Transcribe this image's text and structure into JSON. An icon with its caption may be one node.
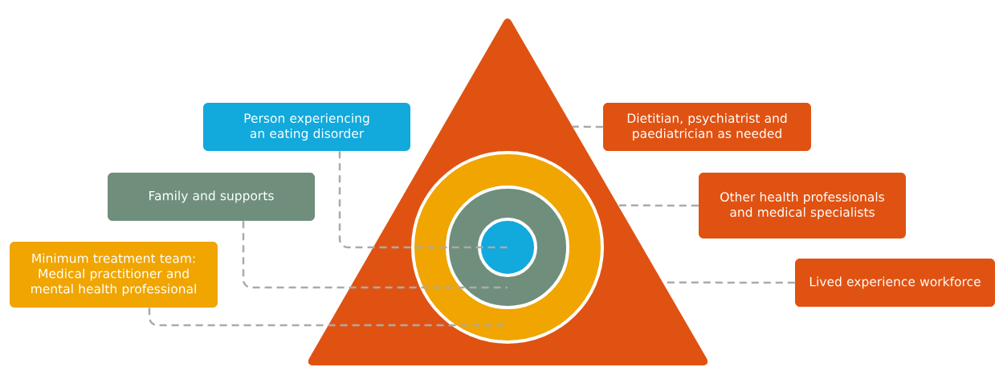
{
  "diagram": {
    "nodes": [
      {
        "text": [],
        "shape": "triangle"
      },
      {
        "text": [],
        "shape": "circle",
        "in": 0
      },
      {
        "text": [],
        "shape": "circle",
        "in": 1
      },
      {
        "text": [],
        "shape": "circle",
        "in": 2
      },
      {
        "text": [
          "Person experiencing an eating disorder"
        ]
      },
      {
        "text": [
          "Family and supports"
        ]
      },
      {
        "text": [
          "Minimum treatment team: Medical practitioner and mental health professional"
        ]
      },
      {
        "text": [
          "Dietitian, psychiatrist and paediatrician as needed"
        ]
      },
      {
        "text": [
          "Other health professionals and medical specialists"
        ]
      },
      {
        "text": [
          "Lived experience workforce"
        ]
      }
    ],
    "edges": [
      {
        "from": 4,
        "to": 3,
        "arrow": "none",
        "style": "dashed"
      },
      {
        "from": 5,
        "to": 2,
        "arrow": "none",
        "style": "dashed"
      },
      {
        "from": 6,
        "to": 1,
        "arrow": "none",
        "style": "dashed"
      },
      {
        "from": 7,
        "to": 0,
        "arrow": "none",
        "style": "dashed"
      },
      {
        "from": 8,
        "to": 0,
        "arrow": "none",
        "style": "dashed"
      },
      {
        "from": 9,
        "to": 0,
        "arrow": "none",
        "style": "dashed"
      }
    ]
  }
}
